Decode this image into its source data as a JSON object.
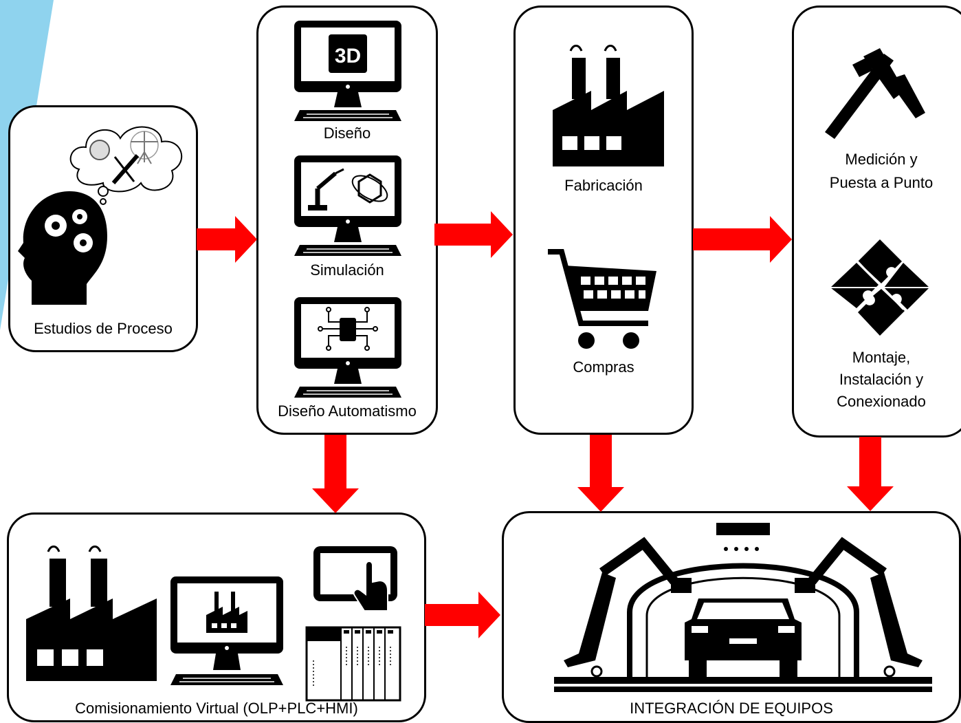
{
  "colors": {
    "arrow": "#ff0000",
    "accent": "#8fd3ee",
    "ink": "#000000"
  },
  "boxes": {
    "estudios": {
      "label": "Estudios de Proceso"
    },
    "diseno_col": {
      "diseno": "Diseño",
      "simulacion": "Simulación",
      "automatismo": "Diseño Automatismo"
    },
    "fab_col": {
      "fabricacion": "Fabricación",
      "compras": "Compras"
    },
    "medicion_col": {
      "medicion_1": "Medición y",
      "medicion_2": "Puesta a Punto",
      "montaje_1": "Montaje,",
      "montaje_2": "Instalación y",
      "montaje_3": "Conexionado"
    },
    "comisionamiento": {
      "label": "Comisionamiento Virtual (OLP+PLC+HMI)"
    },
    "integracion": {
      "label": "INTEGRACIÓN DE EQUIPOS"
    }
  },
  "icons": [
    "head-gears-icon",
    "thought-cloud-icon",
    "monitor-3d-icon",
    "monitor-robot-simulation-icon",
    "monitor-circuit-icon",
    "factory-icon",
    "shopping-cart-icon",
    "caliper-icon",
    "puzzle-icon",
    "factory-icon",
    "monitor-factory-icon",
    "touch-tablet-icon",
    "plc-rack-icon",
    "robot-car-cell-icon"
  ]
}
